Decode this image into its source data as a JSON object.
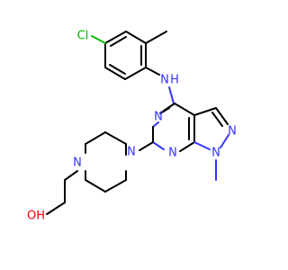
{
  "molecule": {
    "atoms": {
      "cl": {
        "label": "Cl",
        "color": "#00bb00"
      },
      "nh": {
        "label": "N",
        "color": "#3333ff"
      },
      "h_of_nh": {
        "label": "H",
        "color": "#3333ff"
      },
      "n_pyr_top": {
        "label": "N",
        "color": "#3333ff"
      },
      "n_pyr_bottom": {
        "label": "N",
        "color": "#3333ff"
      },
      "n_pyrazole": {
        "label": "N",
        "color": "#3333ff"
      },
      "n_methyl": {
        "label": "N",
        "color": "#3333ff"
      },
      "n_pip_top": {
        "label": "N",
        "color": "#3333ff"
      },
      "n_pip_bottom": {
        "label": "N",
        "color": "#3333ff"
      },
      "oh": {
        "label": "OH",
        "color": "#ff0000"
      }
    }
  }
}
